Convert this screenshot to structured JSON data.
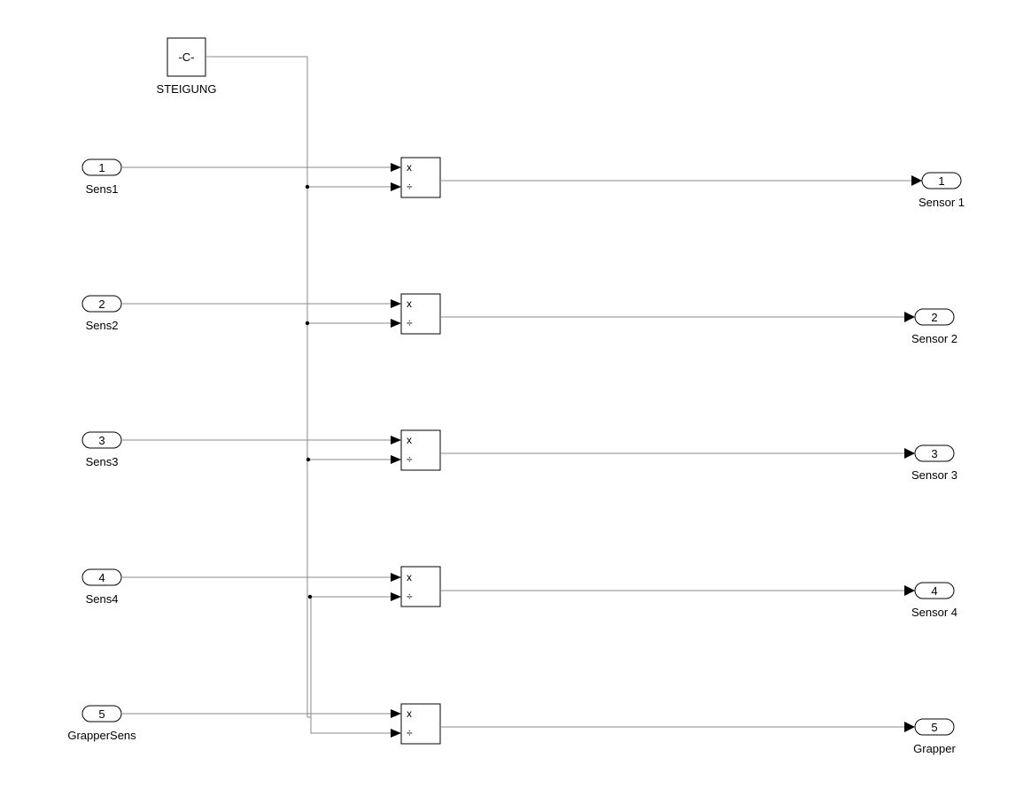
{
  "constant_block": {
    "value": "-C-",
    "label": "STEIGUNG"
  },
  "product_ports": {
    "multiply": "x",
    "divide": "÷"
  },
  "inports": [
    {
      "number": "1",
      "label": "Sens1"
    },
    {
      "number": "2",
      "label": "Sens2"
    },
    {
      "number": "3",
      "label": "Sens3"
    },
    {
      "number": "4",
      "label": "Sens4"
    },
    {
      "number": "5",
      "label": "GrapperSens"
    }
  ],
  "outports": [
    {
      "number": "1",
      "label": "Sensor 1"
    },
    {
      "number": "2",
      "label": "Sensor 2"
    },
    {
      "number": "3",
      "label": "Sensor 3"
    },
    {
      "number": "4",
      "label": "Sensor 4"
    },
    {
      "number": "5",
      "label": "Grapper"
    }
  ]
}
